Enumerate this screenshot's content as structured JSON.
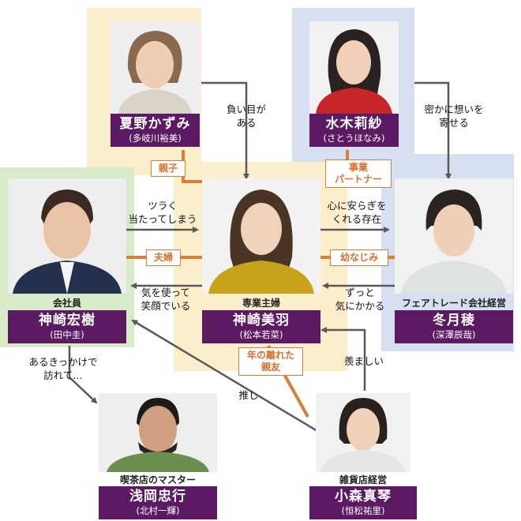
{
  "characters": {
    "natsuno": {
      "name": "夏野かずみ",
      "actor": "(多岐川裕美)"
    },
    "mizuki": {
      "name": "水木莉紗",
      "actor": "(さとうほなみ)"
    },
    "kanzaki_h": {
      "role": "会社員",
      "name": "神崎宏樹",
      "actor": "(田中圭)"
    },
    "kanzaki_m": {
      "role": "専業主婦",
      "name": "神崎美羽",
      "actor": "(松本若菜)"
    },
    "fuyutsuki": {
      "role": "フェアトレード会社経営",
      "name": "冬月稜",
      "actor": "(深澤辰哉)"
    },
    "asaoka": {
      "role": "喫茶店のマスター",
      "name": "浅岡忠行",
      "actor": "(北村一輝)"
    },
    "komori": {
      "role": "雑貨店経営",
      "name": "小森真琴",
      "actor": "(恒松祐里)"
    }
  },
  "relations": {
    "natsuno_miu_1": "負い目が",
    "natsuno_miu_2": "ある",
    "mizuki_fuyu_1": "密かに想いを",
    "mizuki_fuyu_2": "寄せる",
    "hiroki_miu_1": "ツラく",
    "hiroki_miu_2": "当たってしまう",
    "miu_fuyu_1": "心に安らぎを",
    "miu_fuyu_2": "くれる存在",
    "miu_hiroki_1": "気を使って",
    "miu_hiroki_2": "笑顔でいる",
    "fuyu_miu_1": "ずっと",
    "fuyu_miu_2": "気にかかる",
    "hiroki_asaoka_1": "あるきっかけで",
    "hiroki_asaoka_2": "訪れて…",
    "komori_miu": "羨ましい",
    "komori_hiroki": "推し"
  },
  "tags": {
    "oyako": "親子",
    "jigyo_1": "事業",
    "jigyo_2": "パートナー",
    "fufu": "夫婦",
    "osananajimi": "幼なじみ",
    "shinyu_1": "年の離れた",
    "shinyu_2": "親友"
  },
  "colors": {
    "panel_yellow": "#fbefcb",
    "panel_blue": "#d6e0f1",
    "panel_green": "#d8ebc9",
    "name_purple": "#5b1a61",
    "line_orange": "#d87d3a",
    "arrow_gray": "#595959"
  }
}
